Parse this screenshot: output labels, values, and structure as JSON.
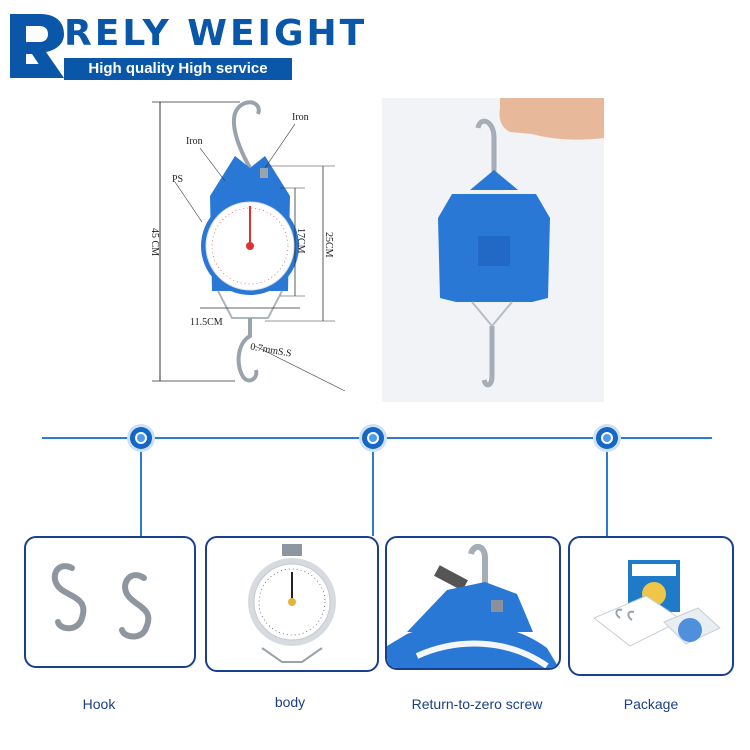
{
  "brand": {
    "name": "RELY WEIGHT",
    "tagline": "High quality High service",
    "color": "#0a56a8"
  },
  "diagram": {
    "label_iron_left": "Iron",
    "label_iron_right": "Iron",
    "label_ps": "PS",
    "dim_total": "45 CM",
    "dim_body": "17CM",
    "dim_height": "25CM",
    "dim_width": "11.5CM",
    "dim_wire": "0.7mmS.S"
  },
  "features": [
    {
      "caption": "Hook"
    },
    {
      "caption": "body"
    },
    {
      "caption": "Return-to-zero screw"
    },
    {
      "caption": "Package"
    }
  ],
  "colors": {
    "accent": "#2b7bd6",
    "card_border": "#1b3f8f",
    "scale_blue": "#1f6fd6"
  }
}
